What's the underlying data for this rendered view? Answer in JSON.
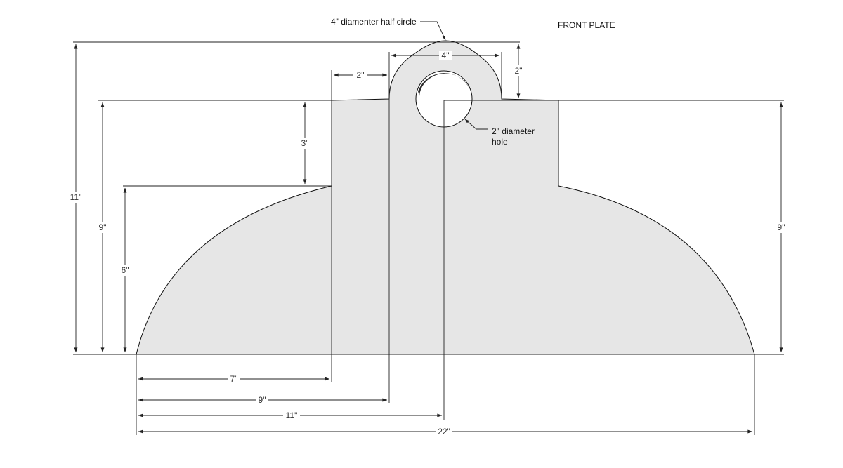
{
  "title": "FRONT PLATE",
  "colors": {
    "plate_fill": "#e6e6e6",
    "outline": "#111111",
    "dimension": "#222222",
    "hole_shadow": "#2b2b2b"
  },
  "annotations": {
    "half_circle_note": "4\" diamenter half circle",
    "hole_note_line1": "2\" diameter",
    "hole_note_line2": "hole"
  },
  "dimensions": {
    "overall_height": "11\"",
    "body_height_left": "9\"",
    "arc_height": "6\"",
    "tab_height": "3\"",
    "body_height_right": "9\"",
    "ear_height": "2\"",
    "tab_offset": "2\"",
    "ear_width": "4\"",
    "to_tab": "7\"",
    "to_ear": "9\"",
    "to_center": "11\"",
    "overall_width": "22\""
  }
}
